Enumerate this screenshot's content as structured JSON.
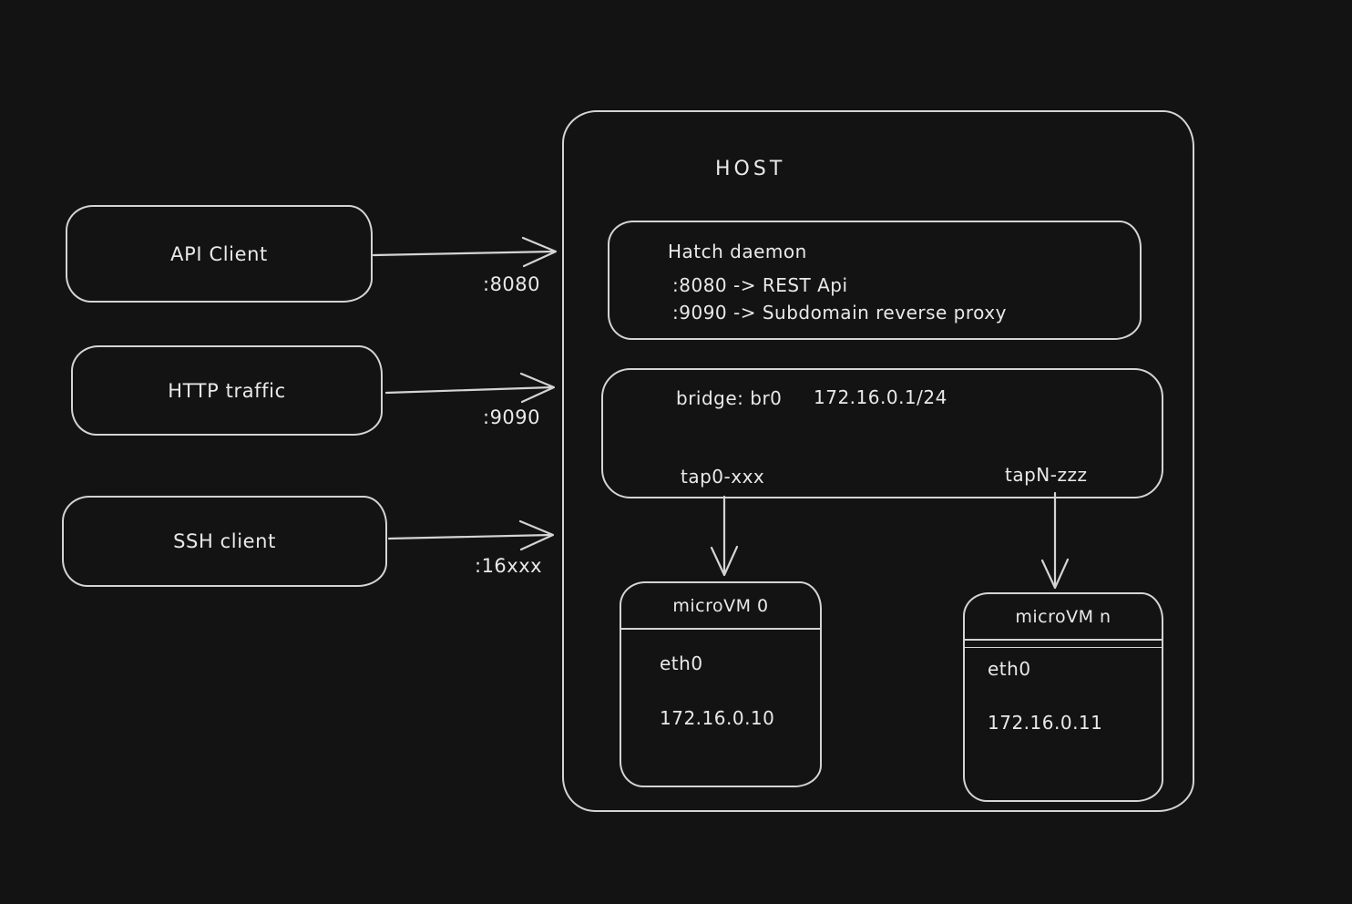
{
  "colors": {
    "background": "#131313",
    "stroke": "#d4d4d4",
    "text": "#e9e9e9"
  },
  "clients": [
    {
      "label": "API Client",
      "port": ":8080"
    },
    {
      "label": "HTTP traffic",
      "port": ":9090"
    },
    {
      "label": "SSH client",
      "port": ":16xxx"
    }
  ],
  "host": {
    "title": "HOST",
    "daemon": {
      "title": "Hatch daemon",
      "lines": [
        ":8080 -> REST Api",
        ":9090 -> Subdomain reverse proxy"
      ]
    },
    "bridge": {
      "label": "bridge: br0",
      "cidr": "172.16.0.1/24",
      "taps": [
        "tap0-xxx",
        "tapN-zzz"
      ]
    },
    "microvms": [
      {
        "title": "microVM 0",
        "iface": "eth0",
        "ip": "172.16.0.10"
      },
      {
        "title": "microVM n",
        "iface": "eth0",
        "ip": "172.16.0.11"
      }
    ]
  }
}
